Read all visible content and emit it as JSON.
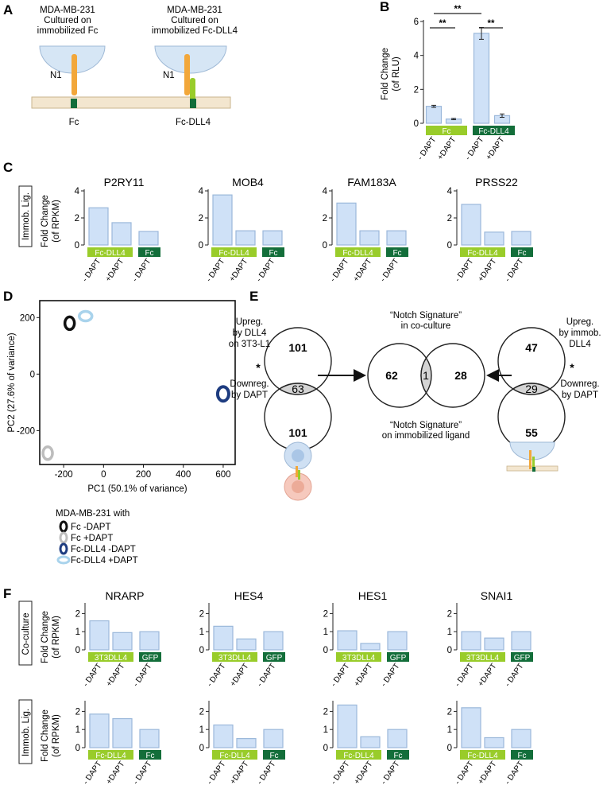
{
  "colors": {
    "bar_fill": "#cfe1f7",
    "bar_stroke": "#9bb8da",
    "lime": "#99cc2a",
    "dkgreen": "#136e3a",
    "orange": "#f2a73a",
    "membrane": "#f3e6cf",
    "cell": "#d6e6f5",
    "grey_overlap": "#d4d4d4",
    "navy": "#1e3c80",
    "lightblue": "#a9d3ec",
    "grey_ring": "#bdbdbd"
  },
  "panelA": {
    "letter": "A",
    "left_title": [
      "MDA-MB-231",
      "Cultured on",
      "immobilized Fc"
    ],
    "right_title": [
      "MDA-MB-231",
      "Cultured on",
      "immobilized Fc-DLL4"
    ],
    "n1": "N1",
    "fc": "Fc",
    "fcdll4": "Fc-DLL4"
  },
  "panelB": {
    "letter": "B",
    "ylabel": [
      "Fold Change",
      "(of RLU)"
    ],
    "yticks": [
      "0",
      "2",
      "4",
      "6"
    ],
    "sig": [
      "**",
      "**",
      "**"
    ],
    "xlabels": [
      "- DAPT",
      "+DAPT",
      "- DAPT",
      "+DAPT"
    ],
    "group_labels": [
      "Fc",
      "Fc-DLL4"
    ],
    "chart_data": {
      "type": "bar",
      "categories": [
        "Fc -DAPT",
        "Fc +DAPT",
        "Fc-DLL4 -DAPT",
        "Fc-DLL4 +DAPT"
      ],
      "values": [
        1.0,
        0.25,
        5.3,
        0.45
      ],
      "errors": [
        0.06,
        0.04,
        0.35,
        0.1
      ],
      "ylim": [
        0,
        6
      ]
    }
  },
  "panelC": {
    "letter": "C",
    "side_label": "Immob. Lig.",
    "ylabel": [
      "Fold Change",
      "(of RPKM)"
    ],
    "yticks": [
      "0",
      "2",
      "4"
    ],
    "xlabels": [
      "- DAPT",
      "+DAPT",
      "- DAPT"
    ],
    "group_labels": [
      "Fc-DLL4",
      "Fc"
    ],
    "charts": [
      {
        "title": "P2RY11",
        "values": [
          2.75,
          1.65,
          1.0
        ]
      },
      {
        "title": "MOB4",
        "values": [
          3.7,
          1.05,
          1.05
        ]
      },
      {
        "title": "FAM183A",
        "values": [
          3.1,
          1.05,
          1.05
        ]
      },
      {
        "title": "PRSS22",
        "values": [
          3.0,
          0.95,
          1.0
        ]
      }
    ]
  },
  "panelD": {
    "letter": "D",
    "xlabel": "PC1 (50.1% of variance)",
    "ylabel": "PC2 (27.6% of variance)",
    "xticks": [
      "-200",
      "0",
      "200",
      "400",
      "600"
    ],
    "yticks": [
      "200",
      "0",
      "-200"
    ],
    "legend_title": "MDA-MB-231 with",
    "legend": [
      "Fc  -DAPT",
      "Fc +DAPT",
      "Fc-DLL4  -DAPT",
      "Fc-DLL4  +DAPT"
    ],
    "chart_data": {
      "type": "scatter",
      "xlim": [
        -320,
        660
      ],
      "ylim": [
        -320,
        260
      ],
      "points": [
        {
          "series": "Fc  -DAPT",
          "x": -170,
          "y": 180
        },
        {
          "series": "Fc +DAPT",
          "x": -280,
          "y": -280
        },
        {
          "series": "Fc-DLL4  -DAPT",
          "x": 600,
          "y": -70
        },
        {
          "series": "Fc-DLL4  +DAPT",
          "x": -90,
          "y": 205
        }
      ]
    }
  },
  "panelE": {
    "letter": "E",
    "left_top_label": [
      "Upreg.",
      "by DLL4",
      "on 3T3-L1"
    ],
    "left_bottom_label": [
      "Downreg.",
      "by DAPT"
    ],
    "left_counts": [
      "101",
      "63",
      "101"
    ],
    "mid_top_title": [
      "“Notch Signature”",
      "in co-culture"
    ],
    "mid_bottom_title": [
      "“Notch Signature”",
      "on immobilized ligand"
    ],
    "mid_counts": [
      "62",
      "1",
      "28"
    ],
    "right_top_label": [
      "Upreg.",
      "by immob.",
      "DLL4"
    ],
    "right_bottom_label": [
      "Downreg.",
      "by DAPT"
    ],
    "right_counts": [
      "47",
      "29",
      "55"
    ],
    "star": "*"
  },
  "panelF": {
    "letter": "F",
    "rows": [
      {
        "side_label": "Co-culture",
        "group_labels": [
          "3T3DLL4",
          "GFP"
        ],
        "charts": [
          {
            "title": "NRARP",
            "values": [
              1.6,
              0.95,
              1.0
            ]
          },
          {
            "title": "HES4",
            "values": [
              1.3,
              0.6,
              1.0
            ]
          },
          {
            "title": "HES1",
            "values": [
              1.05,
              0.35,
              1.0
            ]
          },
          {
            "title": "SNAI1",
            "values": [
              1.0,
              0.65,
              1.0
            ]
          }
        ]
      },
      {
        "side_label": "Immob. Lig.",
        "group_labels": [
          "Fc-DLL4",
          "Fc"
        ],
        "charts": [
          {
            "title": "",
            "values": [
              1.85,
              1.6,
              1.0
            ]
          },
          {
            "title": "",
            "values": [
              1.25,
              0.5,
              1.0
            ]
          },
          {
            "title": "",
            "values": [
              2.35,
              0.6,
              1.0
            ]
          },
          {
            "title": "",
            "values": [
              2.2,
              0.55,
              1.0
            ]
          }
        ]
      }
    ],
    "ylabel": [
      "Fold Change",
      "(of RPKM)"
    ],
    "yticks": [
      "0",
      "1",
      "2"
    ],
    "xlabels": [
      "- DAPT",
      "+DAPT",
      "- DAPT"
    ],
    "ylim": [
      0,
      2.5
    ]
  }
}
